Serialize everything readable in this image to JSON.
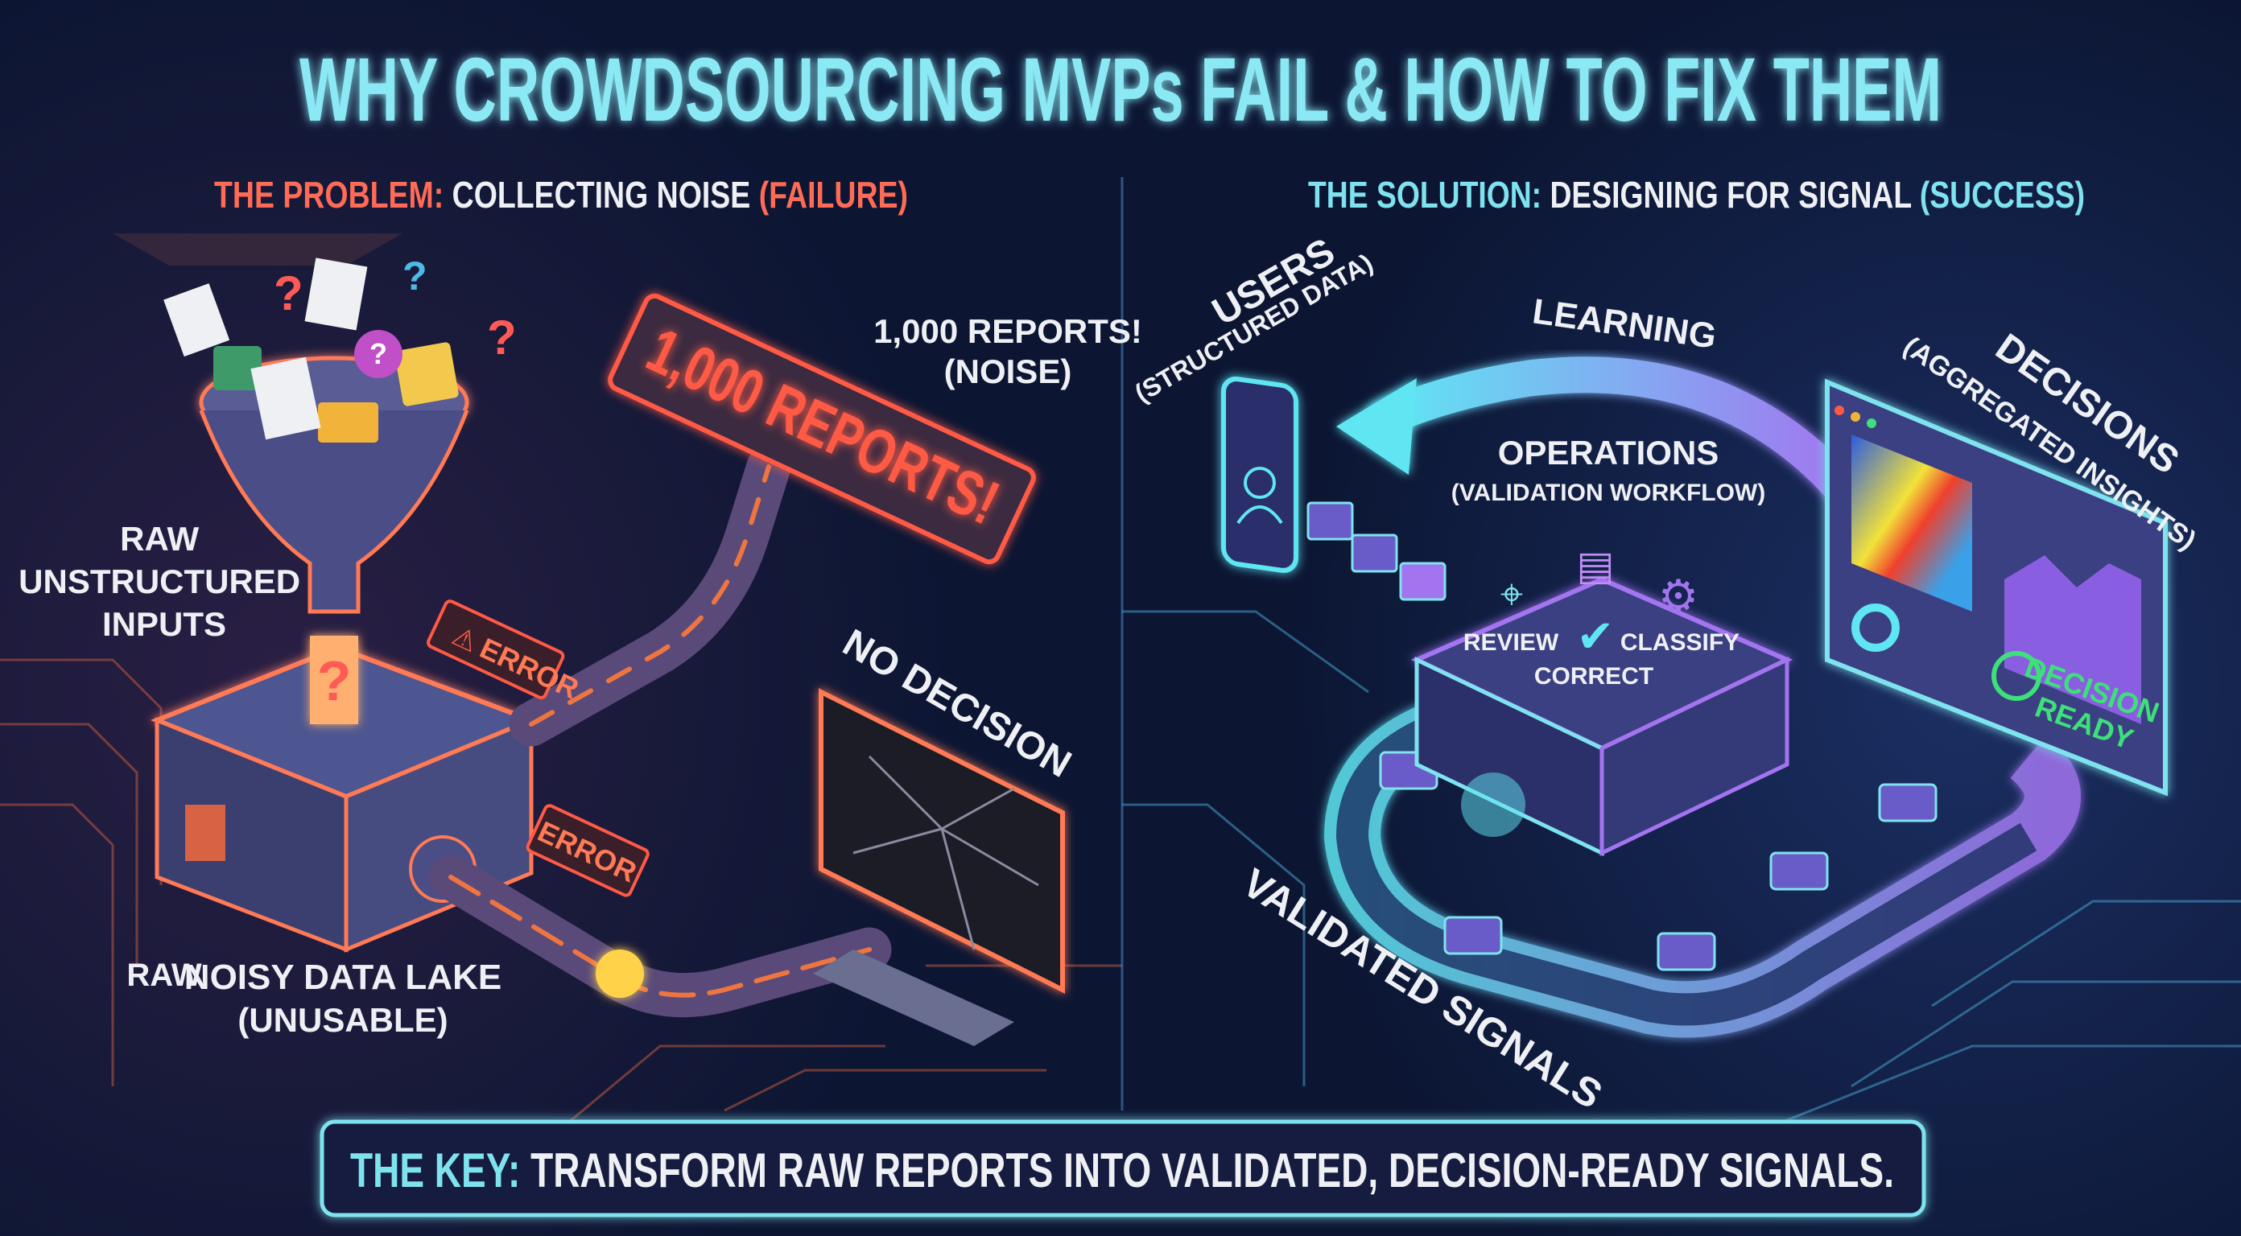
{
  "title": "WHY CROWDSOURCING MVPs FAIL & HOW TO FIX THEM",
  "problem": {
    "heading_prefix": "THE PROBLEM:",
    "heading_main": "COLLECTING NOISE",
    "heading_suffix": "(FAILURE)",
    "sign_text": "1,000 REPORTS!",
    "reports_label": "1,000 REPORTS!",
    "reports_sub": "(NOISE)",
    "raw_inputs": [
      "RAW",
      "UNSTRUCTURED",
      "INPUTS"
    ],
    "error_tag_1": "ERROR",
    "error_tag_2": "ERROR",
    "no_decision": "NO DECISION",
    "raw_label": "RAW",
    "lake_label": "NOISY DATA LAKE",
    "lake_sub": "(UNUSABLE)"
  },
  "solution": {
    "heading_prefix": "THE SOLUTION:",
    "heading_main": "DESIGNING FOR SIGNAL",
    "heading_suffix": "(SUCCESS)",
    "users_label": "USERS",
    "users_sub": "(STRUCTURED DATA)",
    "learning_label": "LEARNING",
    "operations_label": "OPERATIONS",
    "operations_sub": "(VALIDATION WORKFLOW)",
    "steps": [
      "REVIEW",
      "CORRECT",
      "CLASSIFY"
    ],
    "decisions_label": "DECISIONS",
    "decisions_sub": "(AGGREGATED INSIGHTS)",
    "decision_ready": [
      "DECISION",
      "READY"
    ],
    "validated_label": "VALIDATED SIGNALS"
  },
  "banner": {
    "prefix": "THE KEY:",
    "text": "TRANSFORM RAW REPORTS INTO VALIDATED, DECISION-READY SIGNALS."
  },
  "colors": {
    "background": "#0c1633",
    "title_cyan": "#8be9f5",
    "problem_red": "#ff6b55",
    "solution_cyan": "#7fe3ef",
    "accent_purple": "#a374f0",
    "success_green": "#3de07a"
  }
}
